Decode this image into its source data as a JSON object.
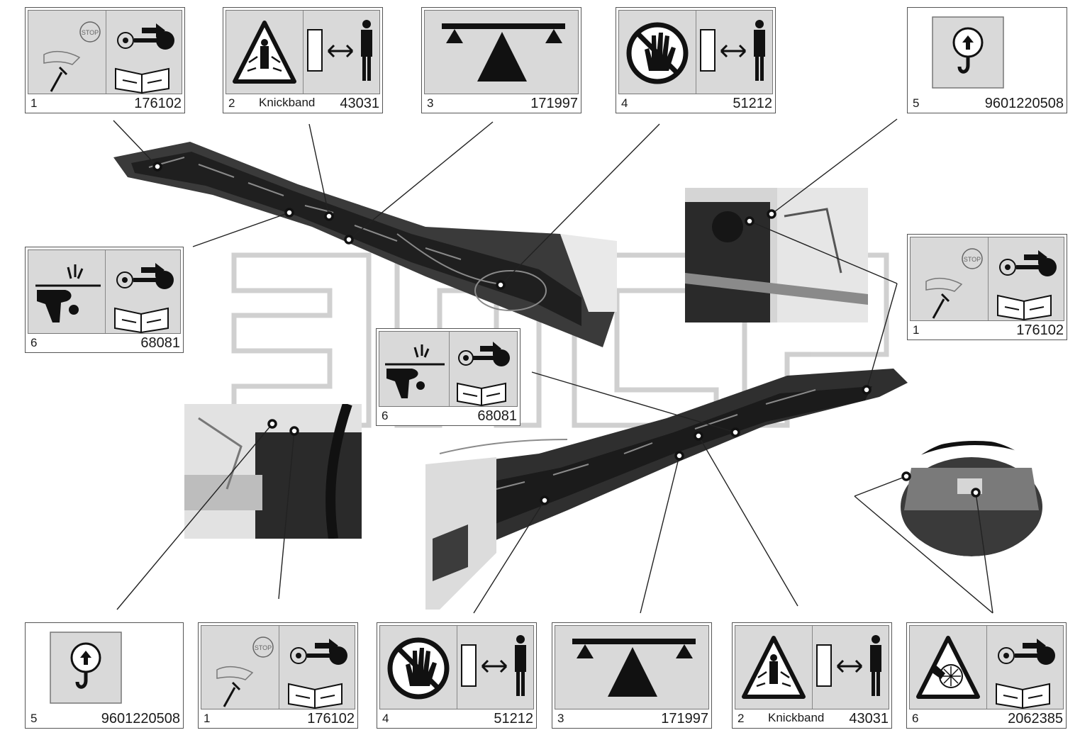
{
  "decals": [
    {
      "key": "d1",
      "num": "1",
      "code": "176102",
      "sub": "",
      "icons": [
        "hand-stop-hazard-icon",
        "key-off-icon",
        "manual-book-icon"
      ]
    },
    {
      "key": "d2",
      "num": "2",
      "code": "43031",
      "sub": "Knickband",
      "icons": [
        "crush-warning-triangle-icon",
        "keep-distance-person-icon"
      ]
    },
    {
      "key": "d3",
      "num": "3",
      "code": "171997",
      "sub": "",
      "icons": [
        "balance-support-point-icon"
      ]
    },
    {
      "key": "d4",
      "num": "4",
      "code": "51212",
      "sub": "",
      "icons": [
        "no-hand-prohibition-icon",
        "keep-distance-person-icon"
      ]
    },
    {
      "key": "d5",
      "num": "5",
      "code": "9601220508",
      "sub": "",
      "icons": [
        "lifting-hook-icon"
      ]
    },
    {
      "key": "d6",
      "num": "6",
      "code": "68081",
      "sub": "",
      "icons": [
        "hand-injury-hazard-icon",
        "key-off-icon",
        "manual-book-icon"
      ]
    },
    {
      "key": "d7",
      "num": "1",
      "code": "176102",
      "sub": "",
      "icons": [
        "hand-stop-hazard-icon",
        "key-off-icon",
        "manual-book-icon"
      ]
    },
    {
      "key": "d8",
      "num": "6",
      "code": "68081",
      "sub": "",
      "icons": [
        "hand-injury-hazard-icon",
        "key-off-icon",
        "manual-book-icon"
      ]
    },
    {
      "key": "d9",
      "num": "5",
      "code": "9601220508",
      "sub": "",
      "icons": [
        "lifting-hook-icon"
      ]
    },
    {
      "key": "d10",
      "num": "1",
      "code": "176102",
      "sub": "",
      "icons": [
        "hand-stop-hazard-icon",
        "key-off-icon",
        "manual-book-icon"
      ]
    },
    {
      "key": "d11",
      "num": "4",
      "code": "51212",
      "sub": "",
      "icons": [
        "no-hand-prohibition-icon",
        "keep-distance-person-icon"
      ]
    },
    {
      "key": "d12",
      "num": "3",
      "code": "171997",
      "sub": "",
      "icons": [
        "balance-support-point-icon"
      ]
    },
    {
      "key": "d13",
      "num": "2",
      "code": "43031",
      "sub": "Knickband",
      "icons": [
        "crush-warning-triangle-icon",
        "keep-distance-person-icon"
      ]
    },
    {
      "key": "d14",
      "num": "6",
      "code": "2062385",
      "sub": "",
      "icons": [
        "rotating-parts-warning-icon",
        "key-off-icon",
        "manual-book-icon"
      ]
    }
  ],
  "colors": {
    "line": "#222222",
    "panel": "#d9d9d9",
    "machine": "#2b2b2b",
    "photo": "#cfcfcf",
    "watermark": "#bdbdbd"
  }
}
